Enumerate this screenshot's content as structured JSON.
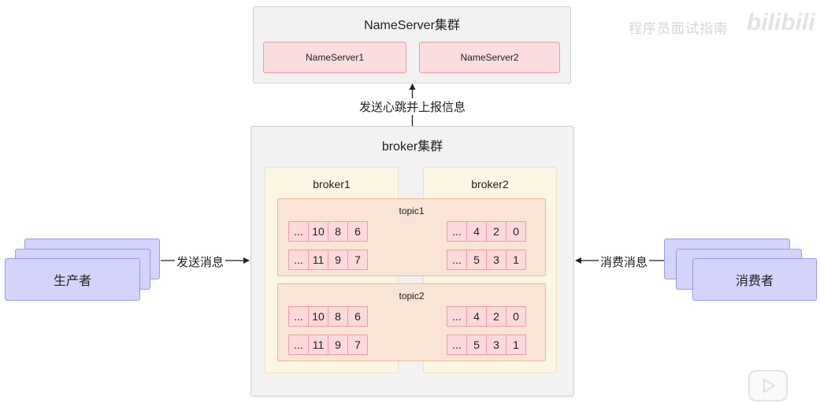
{
  "nameserver_cluster": {
    "title": "NameServer集群",
    "nodes": [
      "NameServer1",
      "NameServer2"
    ]
  },
  "heartbeat_label": "发送心跳并上报信息",
  "broker_cluster": {
    "title": "broker集群",
    "brokers": [
      "broker1",
      "broker2"
    ],
    "topics": [
      {
        "name": "topic1",
        "broker1_queues": [
          [
            "...",
            "10",
            "8",
            "6"
          ],
          [
            "...",
            "11",
            "9",
            "7"
          ]
        ],
        "broker2_queues": [
          [
            "...",
            "4",
            "2",
            "0"
          ],
          [
            "...",
            "5",
            "3",
            "1"
          ]
        ]
      },
      {
        "name": "topic2",
        "broker1_queues": [
          [
            "...",
            "10",
            "8",
            "6"
          ],
          [
            "...",
            "11",
            "9",
            "7"
          ]
        ],
        "broker2_queues": [
          [
            "...",
            "4",
            "2",
            "0"
          ],
          [
            "...",
            "5",
            "3",
            "1"
          ]
        ]
      }
    ]
  },
  "producer": {
    "label": "生产者",
    "edge_label": "发送消息"
  },
  "consumer": {
    "label": "消费者",
    "edge_label": "消费消息"
  },
  "watermark": {
    "text": "程序员面试指南",
    "logo": "bilibili"
  },
  "colors": {
    "cluster_bg": "#f2f2f2",
    "nameserver_node": "#fbdcdf",
    "broker_bg": "#fbf6e4",
    "topic_bg": "#f9e5d5",
    "queue_cell": "#fcd9db",
    "client_card": "#d3d3fb"
  }
}
